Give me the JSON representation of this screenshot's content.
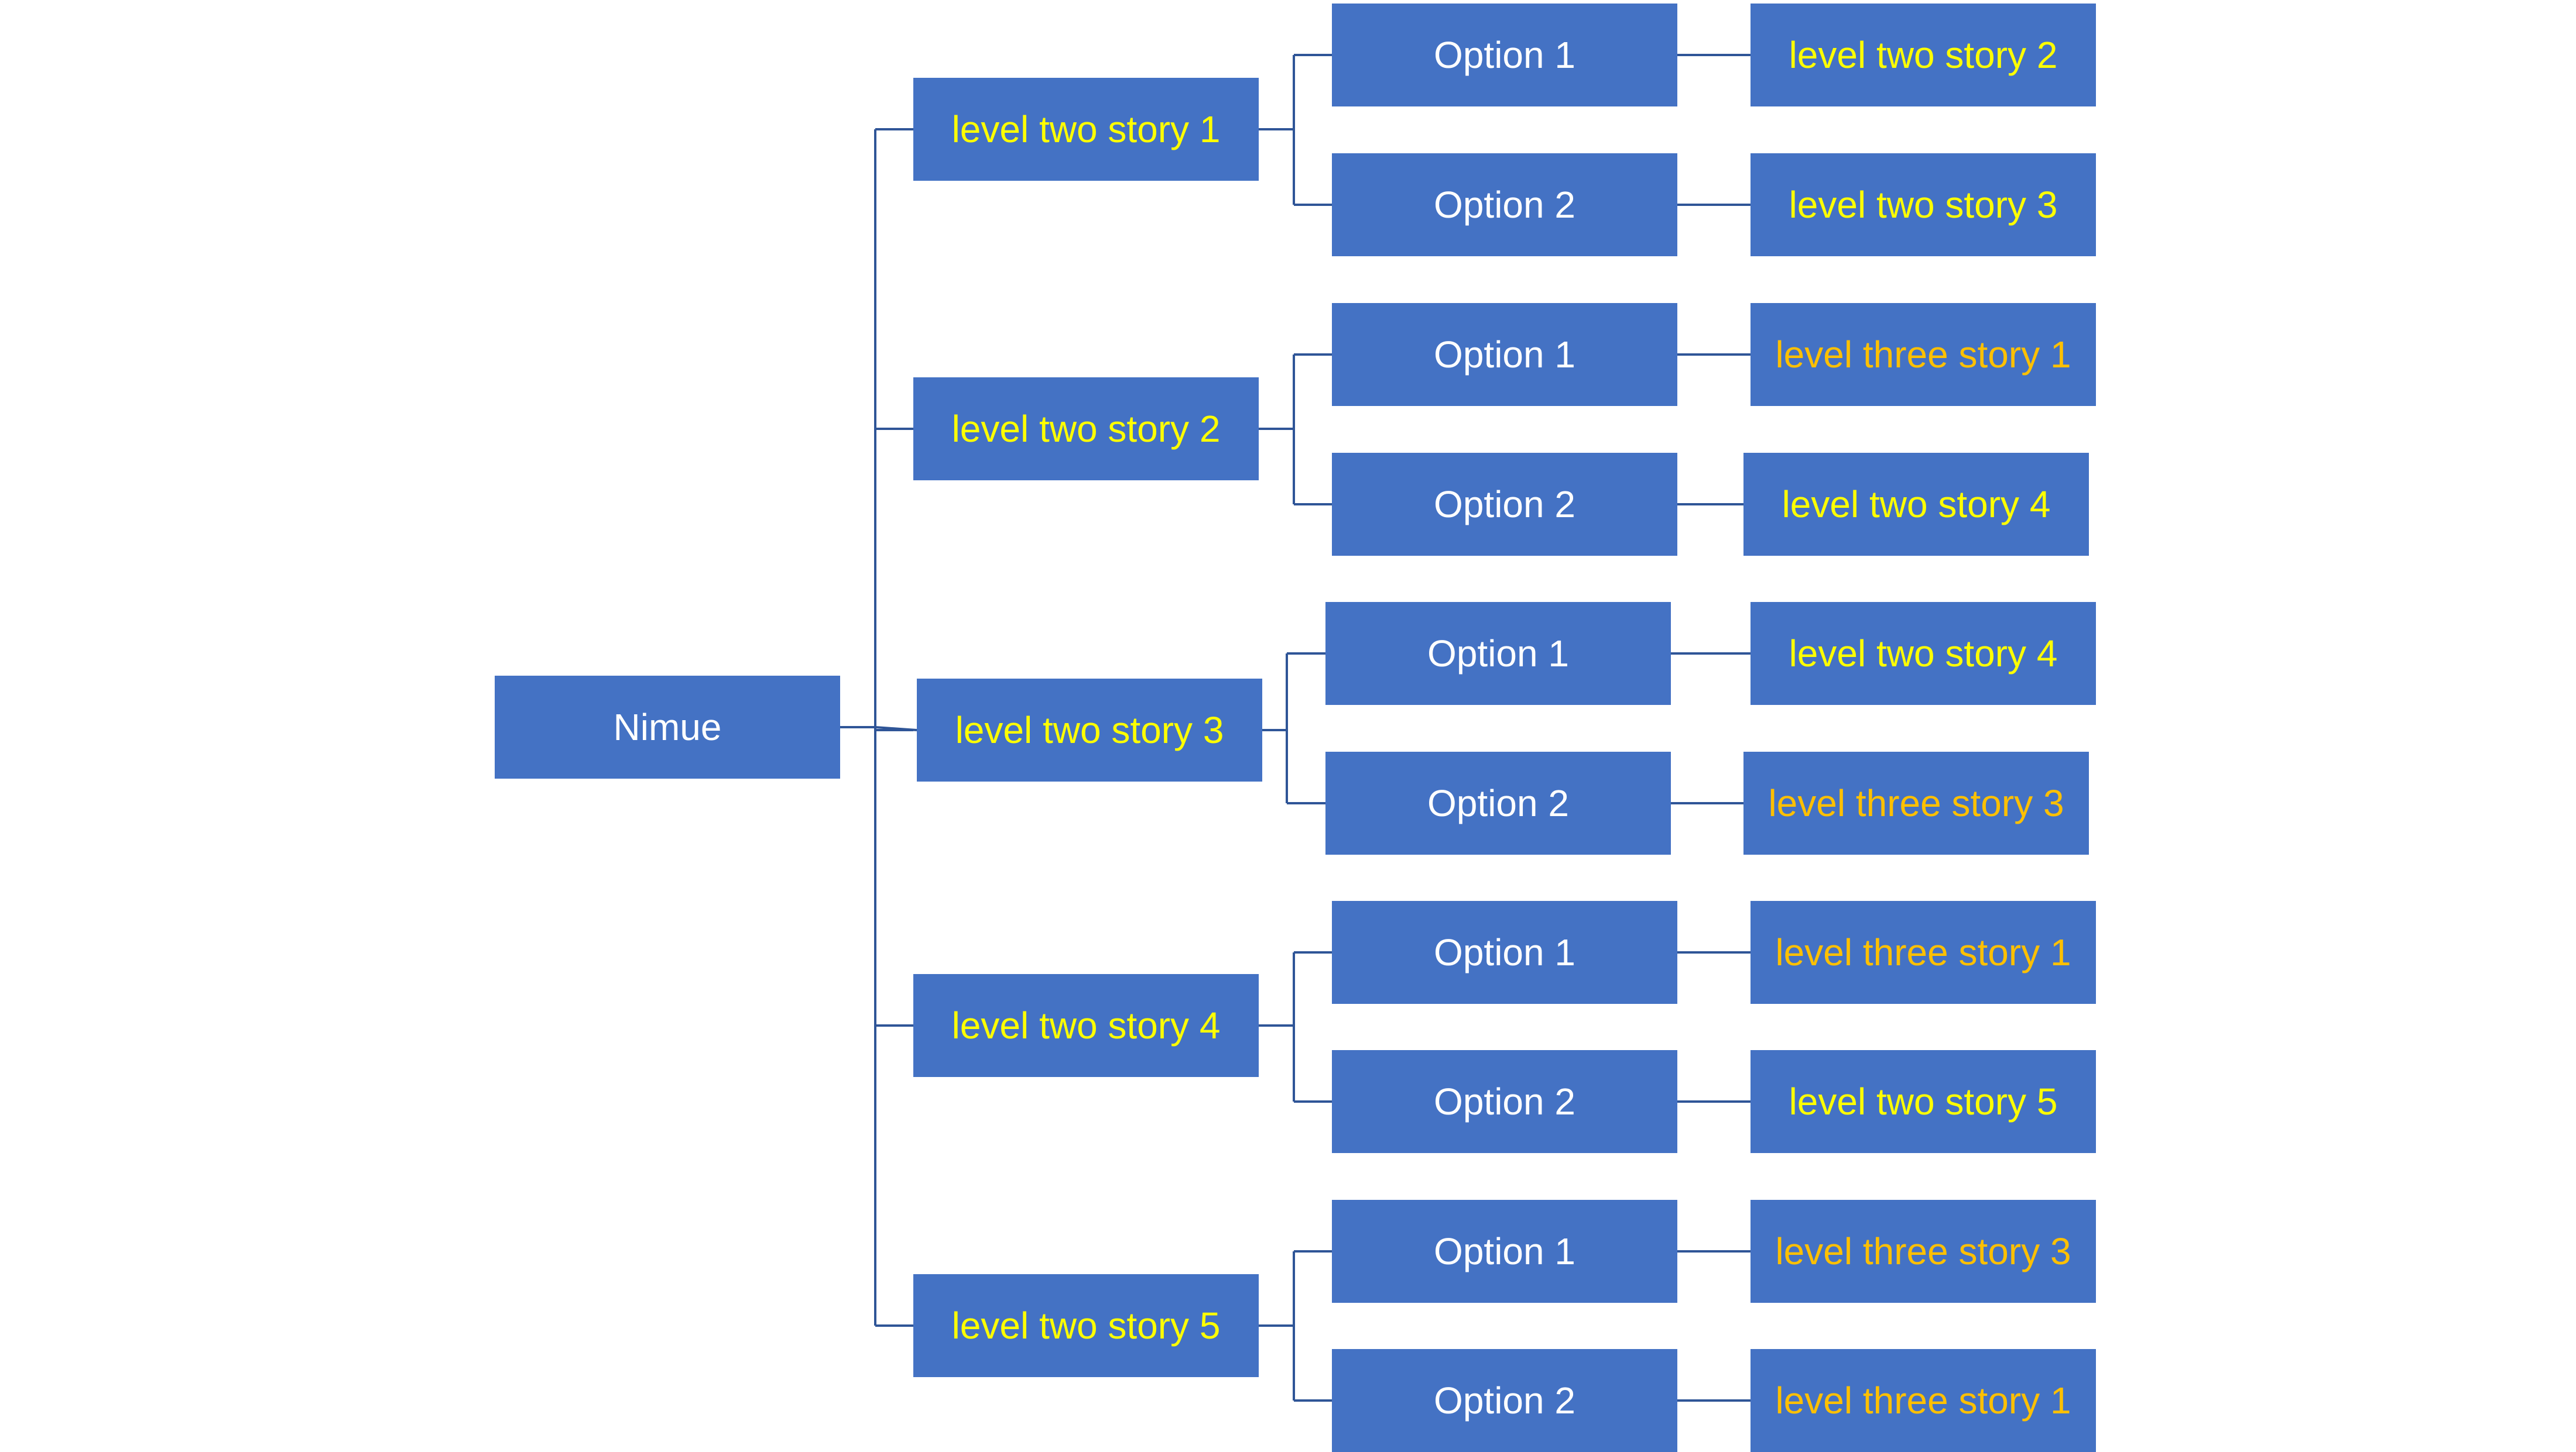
{
  "colors": {
    "box_fill": "#4472C4",
    "connector": "#2F5597",
    "text_white": "#FFFFFF",
    "text_level_two": "#FFFF00",
    "text_level_three": "#FFC000"
  },
  "root": {
    "label": "Nimue"
  },
  "branches": [
    {
      "label": "level two story 1",
      "options": [
        {
          "label": "Option 1",
          "target": "level two story 2",
          "target_level": "two"
        },
        {
          "label": "Option 2",
          "target": "level two story 3",
          "target_level": "two"
        }
      ]
    },
    {
      "label": "level two story 2",
      "options": [
        {
          "label": "Option 1",
          "target": "level three story 1",
          "target_level": "three"
        },
        {
          "label": "Option 2",
          "target": "level two story 4",
          "target_level": "two"
        }
      ]
    },
    {
      "label": "level two story 3",
      "options": [
        {
          "label": "Option 1",
          "target": "level two story 4",
          "target_level": "two"
        },
        {
          "label": "Option 2",
          "target": "level three story 3",
          "target_level": "three"
        }
      ]
    },
    {
      "label": "level two story 4",
      "options": [
        {
          "label": "Option 1",
          "target": "level three story 1",
          "target_level": "three"
        },
        {
          "label": "Option 2",
          "target": "level two story 5",
          "target_level": "two"
        }
      ]
    },
    {
      "label": "level two story 5",
      "options": [
        {
          "label": "Option 1",
          "target": "level three story 3",
          "target_level": "three"
        },
        {
          "label": "Option 2",
          "target": "level three story 1",
          "target_level": "three"
        }
      ]
    }
  ]
}
